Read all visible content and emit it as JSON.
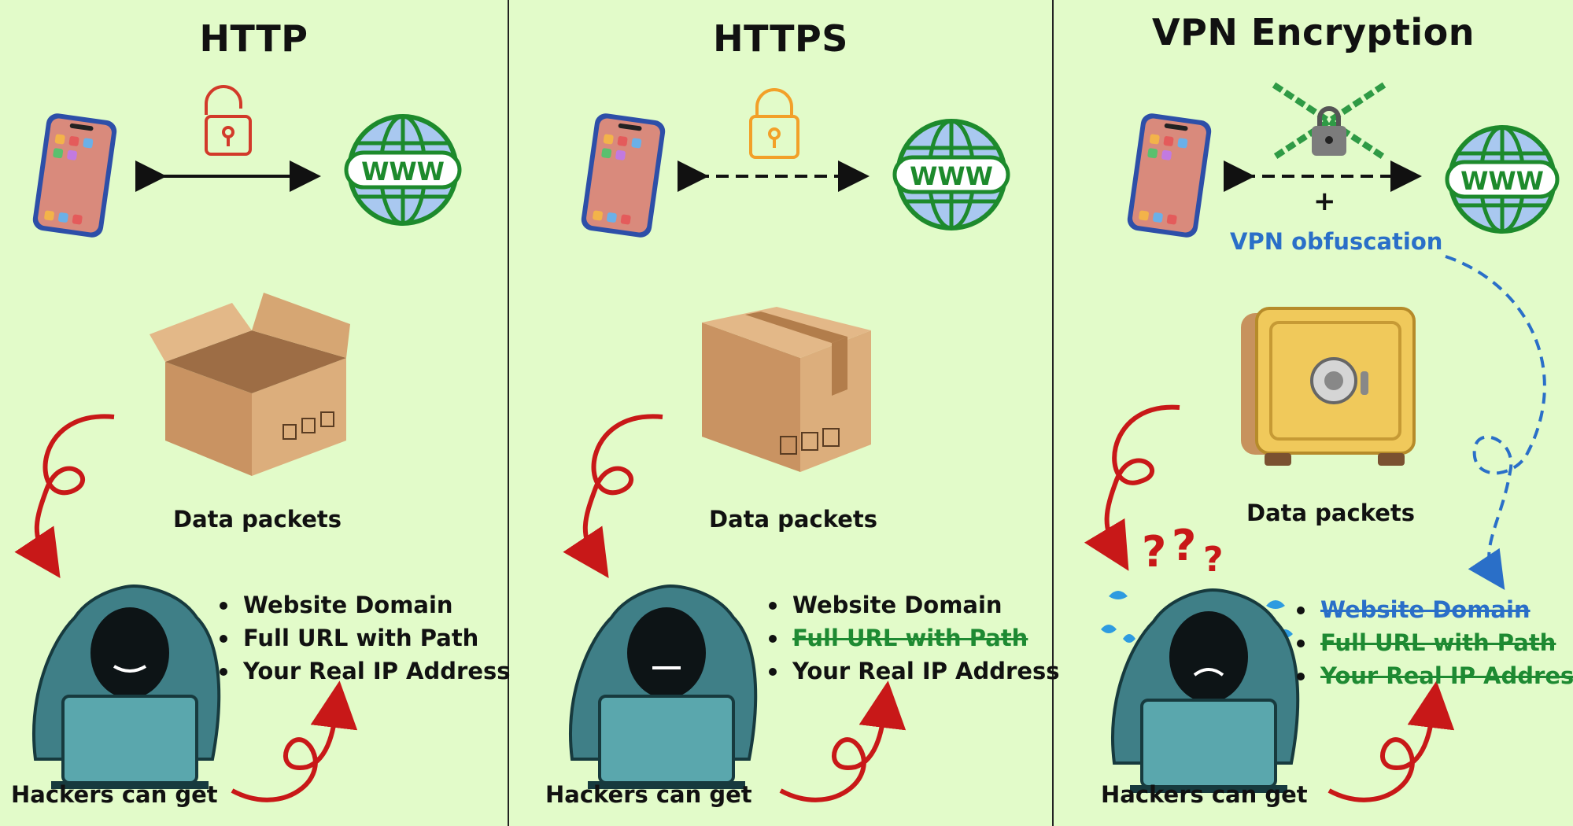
{
  "panels": [
    {
      "title": "HTTP",
      "packet_label": "Data packets",
      "hacker_label": "Hackers can get",
      "items": [
        {
          "text": "Website Domain",
          "status": "exposed"
        },
        {
          "text": "Full URL with Path",
          "status": "exposed"
        },
        {
          "text": "Your Real IP Address",
          "status": "exposed"
        }
      ],
      "lock_icon": "unlocked-padlock-icon",
      "packet_icon": "open-box-icon"
    },
    {
      "title": "HTTPS",
      "packet_label": "Data packets",
      "hacker_label": "Hackers can get",
      "items": [
        {
          "text": "Website Domain",
          "status": "exposed"
        },
        {
          "text": "Full URL with Path",
          "status": "hidden"
        },
        {
          "text": "Your Real IP Address",
          "status": "exposed"
        }
      ],
      "lock_icon": "locked-padlock-icon",
      "packet_icon": "sealed-box-icon"
    },
    {
      "title": "VPN Encryption",
      "packet_label": "Data packets",
      "hacker_label": "Hackers can get",
      "plus": "+",
      "obfuscation_label": "VPN obfuscation",
      "items": [
        {
          "text": "Website Domain",
          "status": "hidden-blue"
        },
        {
          "text": "Full URL with Path",
          "status": "hidden"
        },
        {
          "text": "Your Real IP Address",
          "status": "hidden"
        }
      ],
      "lock_icon": "chained-padlock-icon",
      "packet_icon": "safe-icon"
    }
  ],
  "colors": {
    "background": "#e2fbc9",
    "hidden_green": "#1e8a32",
    "hidden_blue": "#2a6fc8",
    "arrow_red": "#c81818",
    "globe_green": "#1d8a2c",
    "globe_blue": "#a9c8f0",
    "hacker_teal": "#3f7f87",
    "laptop": "#5aa7ad"
  }
}
